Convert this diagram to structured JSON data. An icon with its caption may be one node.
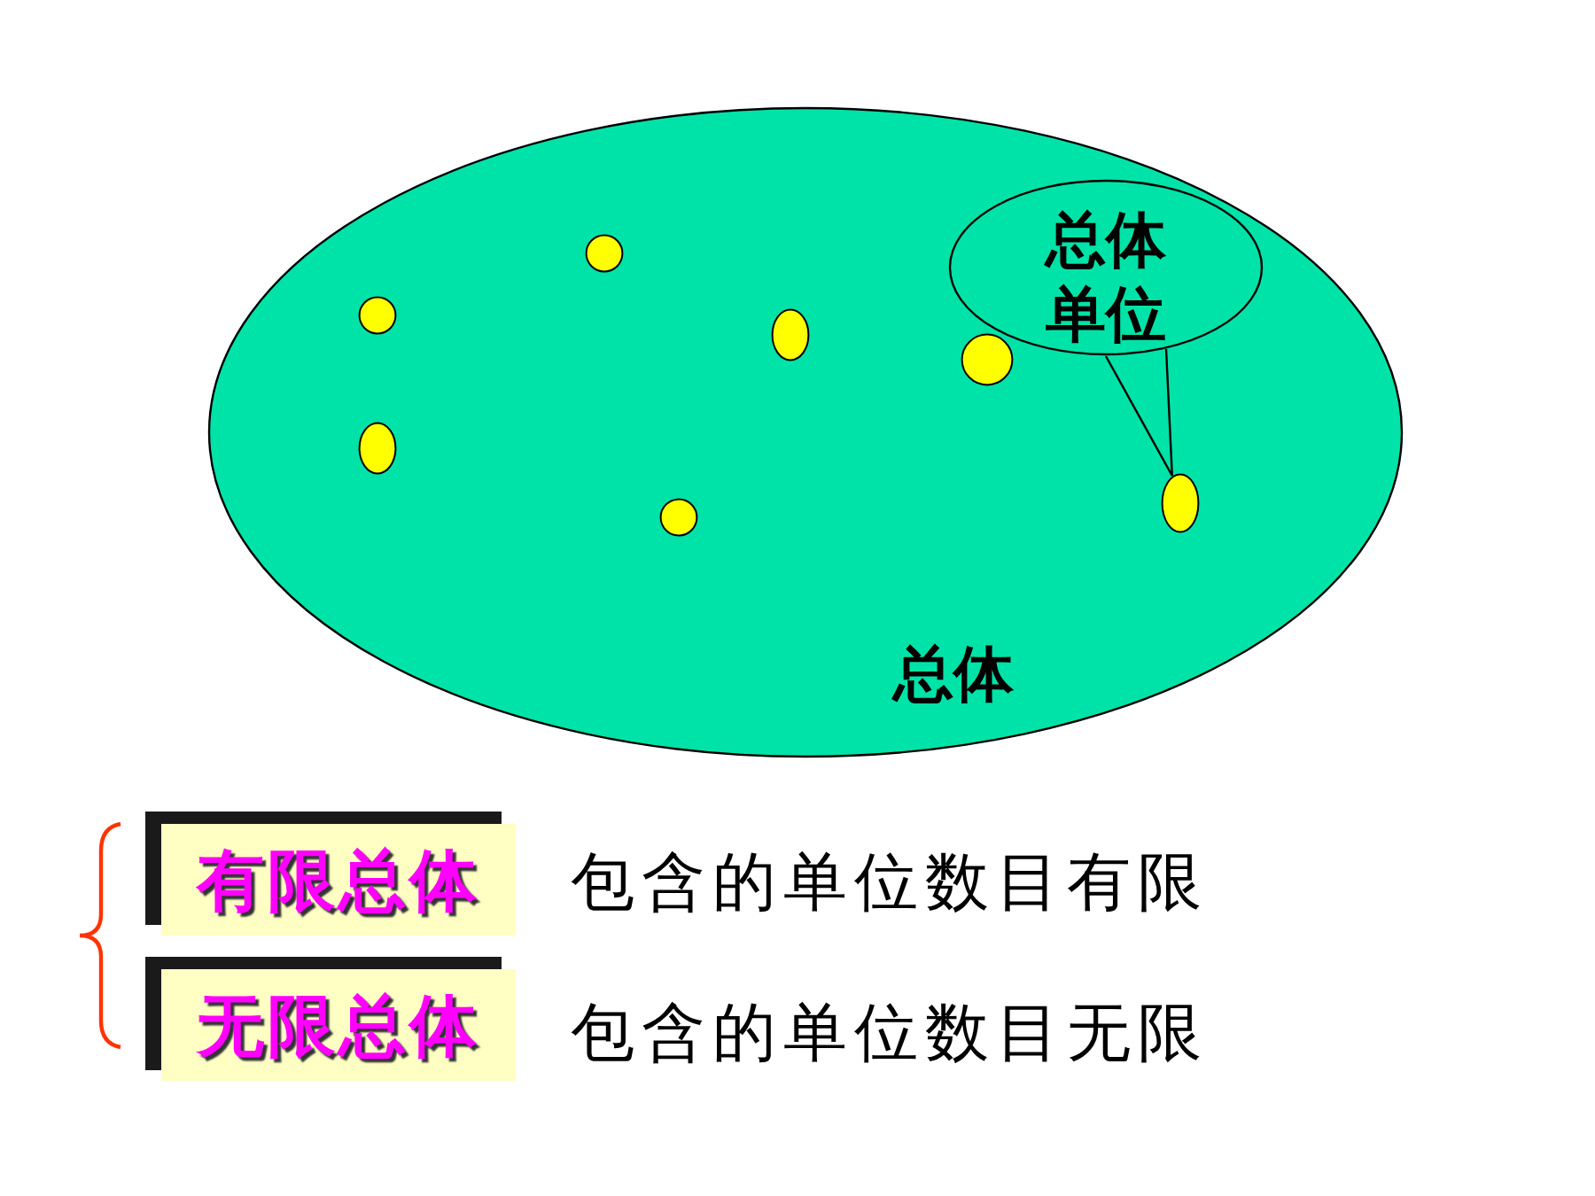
{
  "diagram": {
    "nodes": [
      {
        "text": [
          "总体"
        ]
      },
      {
        "text": [
          "总体单位"
        ],
        "in": 0
      },
      {
        "text": [],
        "shape": "circle",
        "in": 0
      },
      {
        "text": [],
        "shape": "circle",
        "in": 0
      },
      {
        "text": [],
        "shape": "circle",
        "in": 0
      },
      {
        "text": [],
        "shape": "circle",
        "in": 0
      },
      {
        "text": [],
        "shape": "circle",
        "in": 0
      },
      {
        "text": [],
        "shape": "circle",
        "in": 0
      },
      {
        "text": [],
        "shape": "circle",
        "in": 0
      },
      {
        "text": [
          "有限总体"
        ],
        "beside": [
          "包含的单位数目有限"
        ]
      },
      {
        "text": [
          "无限总体"
        ],
        "beside": [
          "包含的单位数目无限"
        ]
      }
    ],
    "edges": [
      {
        "from": 1,
        "to": 7,
        "arrow": "none"
      }
    ]
  }
}
